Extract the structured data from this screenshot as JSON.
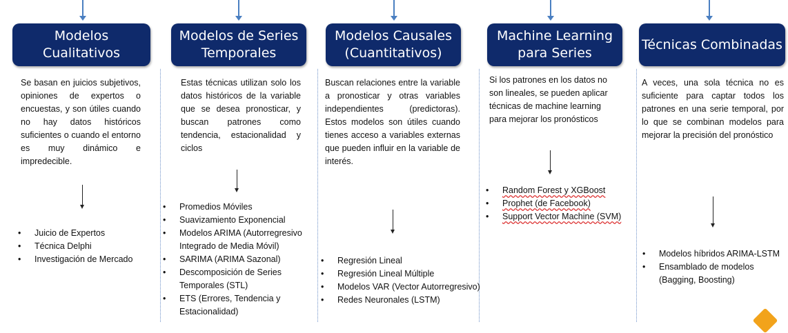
{
  "columns": [
    {
      "title_line1": "Modelos",
      "title_line2": "Cualitativos",
      "description": "Se basan en juicios subjetivos, opiniones de expertos o encuestas, y son útiles cuando no hay datos históricos suficientes o cuando el entorno es muy dinámico e impredecible.",
      "items": [
        "Juicio de Expertos",
        "Técnica Delphi",
        "Investigación de Mercado"
      ]
    },
    {
      "title_line1": "Modelos de Series",
      "title_line2": "Temporales",
      "description": "Estas técnicas utilizan solo los datos históricos de la variable que se desea pronosticar, y buscan patrones como tendencia, estacionalidad y ciclos",
      "items": [
        "Promedios Móviles",
        "Suavizamiento Exponencial",
        "Modelos ARIMA (Autorregresivo Integrado de Media Móvil)",
        "SARIMA (ARIMA Sazonal)",
        "Descomposición de Series Temporales (STL)",
        "ETS (Errores, Tendencia y Estacionalidad)"
      ]
    },
    {
      "title_line1": "Modelos Causales",
      "title_line2": "(Cuantitativos)",
      "description": "Buscan relaciones entre la variable a pronosticar y otras variables independientes (predictoras). Estos modelos son útiles cuando tienes acceso a variables externas que pueden influir en la variable de interés.",
      "items": [
        "Regresión Lineal",
        "Regresión Lineal Múltiple",
        "Modelos VAR (Vector Autorregresivo)",
        "Redes Neuronales (LSTM)"
      ]
    },
    {
      "title_line1": "Machine Learning",
      "title_line2": "para Series",
      "description": "Si los patrones en los datos no son lineales, se pueden aplicar técnicas de machine learning para mejorar los pronósticos",
      "items": [
        "Random Forest y XGBoost",
        "Prophet (de Facebook)",
        "Support Vector Machine (SVM)"
      ]
    },
    {
      "title_line1": "Técnicas Combinadas",
      "title_line2": "",
      "description": "A veces, una sola técnica no es suficiente para captar todos los patrones en una serie temporal, por lo que se combinan modelos para mejorar la precisión del pronóstico",
      "items": [
        "Modelos híbridos ARIMA-LSTM",
        "Ensamblado de modelos (Bagging, Boosting)"
      ]
    }
  ],
  "colors": {
    "header_bg": "#0f2a6b",
    "arrow": "#4a7fc1",
    "separator": "#6b8fc7"
  }
}
